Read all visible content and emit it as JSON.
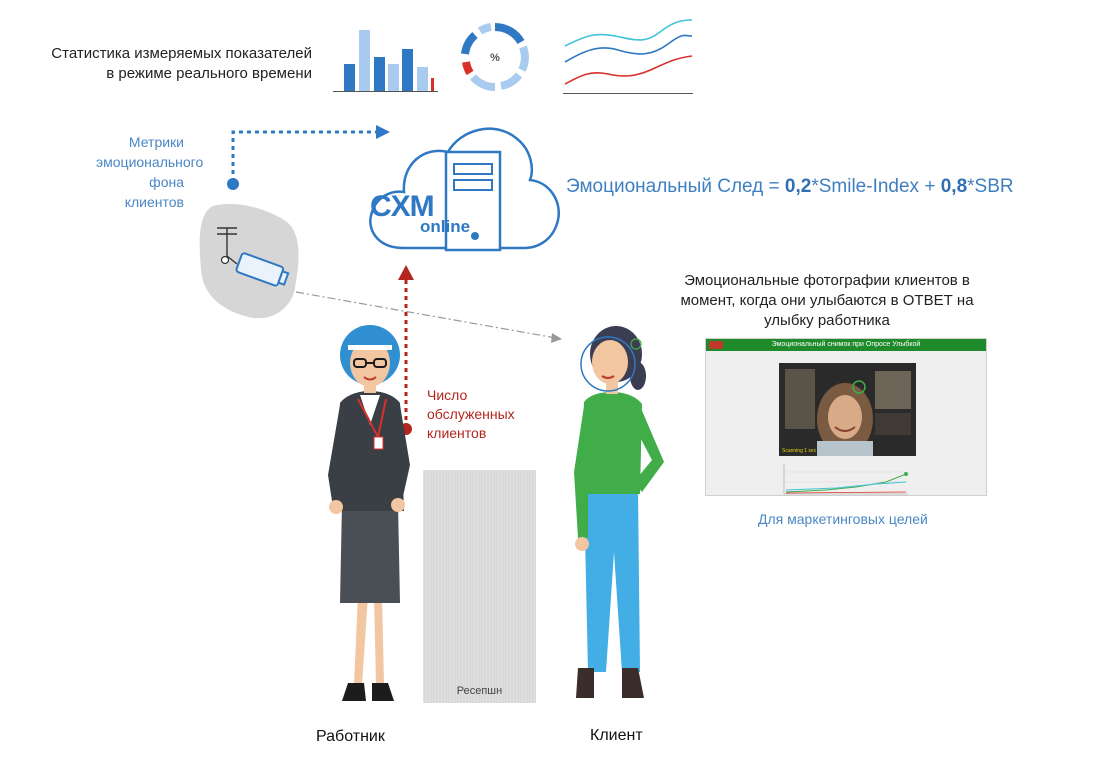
{
  "stats": {
    "label_line1": "Статистика измеряемых показателей",
    "label_line2": "в режиме реального времени",
    "donut_symbol": "%"
  },
  "metrics": {
    "line1": "Метрики",
    "line2": "эмоционального фона",
    "line3": "клиентов"
  },
  "cloud": {
    "logo_main": "CXM",
    "logo_sub": "online"
  },
  "formula": {
    "prefix": "Эмоциональный След = ",
    "coef1": "0,2",
    "term1": "*Smile-Index + ",
    "coef2": "0,8",
    "term2": "*SBR"
  },
  "photos": {
    "line1": "Эмоциональные фотографии клиентов в",
    "line2": "момент, когда они улыбаются в ОТВЕТ на",
    "line3": "улыбку работника",
    "screen_title": "Эмоциональный снимок при Опросе Улыбкой",
    "screen_caption": "Scanning 1 sec"
  },
  "served": {
    "line1": "Число",
    "line2": "обслуженных",
    "line3": "клиентов"
  },
  "reception_label": "Ресепшн",
  "marketing_label": "Для маркетинговых целей",
  "worker_label": "Работник",
  "client_label": "Клиент",
  "colors": {
    "blue": "#2f78c4",
    "light_blue": "#a9cbef",
    "red": "#d9302a",
    "dark_red": "#b3261e",
    "green": "#41ad49",
    "teal": "#42c3d9"
  },
  "icons": [
    "bar-chart-icon",
    "donut-chart-icon",
    "line-chart-icon",
    "cloud-server-icon",
    "camera-icon",
    "face-scan-icon"
  ]
}
